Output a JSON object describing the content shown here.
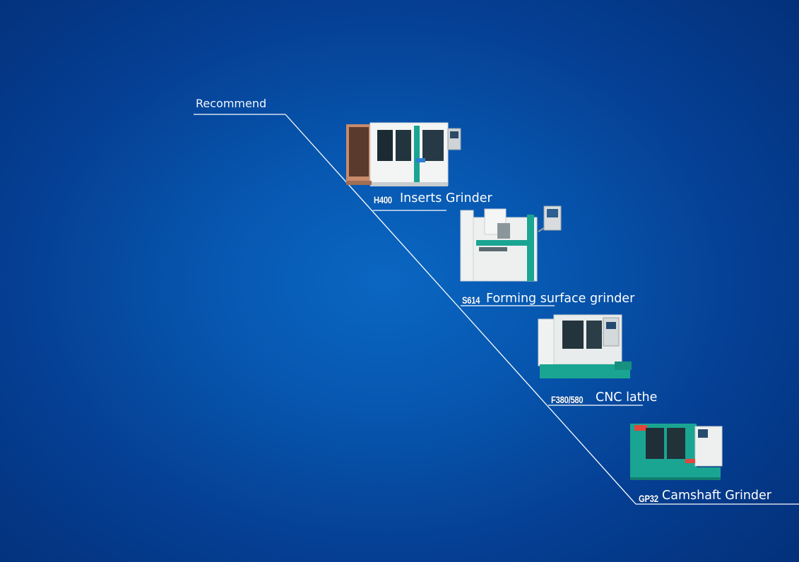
{
  "heading": "Recommend",
  "products": [
    {
      "code": "H400",
      "name": "Inserts Grinder",
      "icon": "inserts-grinder-machine"
    },
    {
      "code": "S614",
      "name": "Forming surface grinder",
      "icon": "forming-surface-grinder-machine"
    },
    {
      "code": "F380/580",
      "name": "CNC lathe",
      "icon": "cnc-lathe-machine"
    },
    {
      "code": "GP32",
      "name": "Camshaft Grinder",
      "icon": "camshaft-grinder-machine"
    }
  ],
  "colors": {
    "background": "#0757b0",
    "machine_body": "#f1f3f3",
    "machine_accent": "#1aa592",
    "line": "#ffffff"
  }
}
